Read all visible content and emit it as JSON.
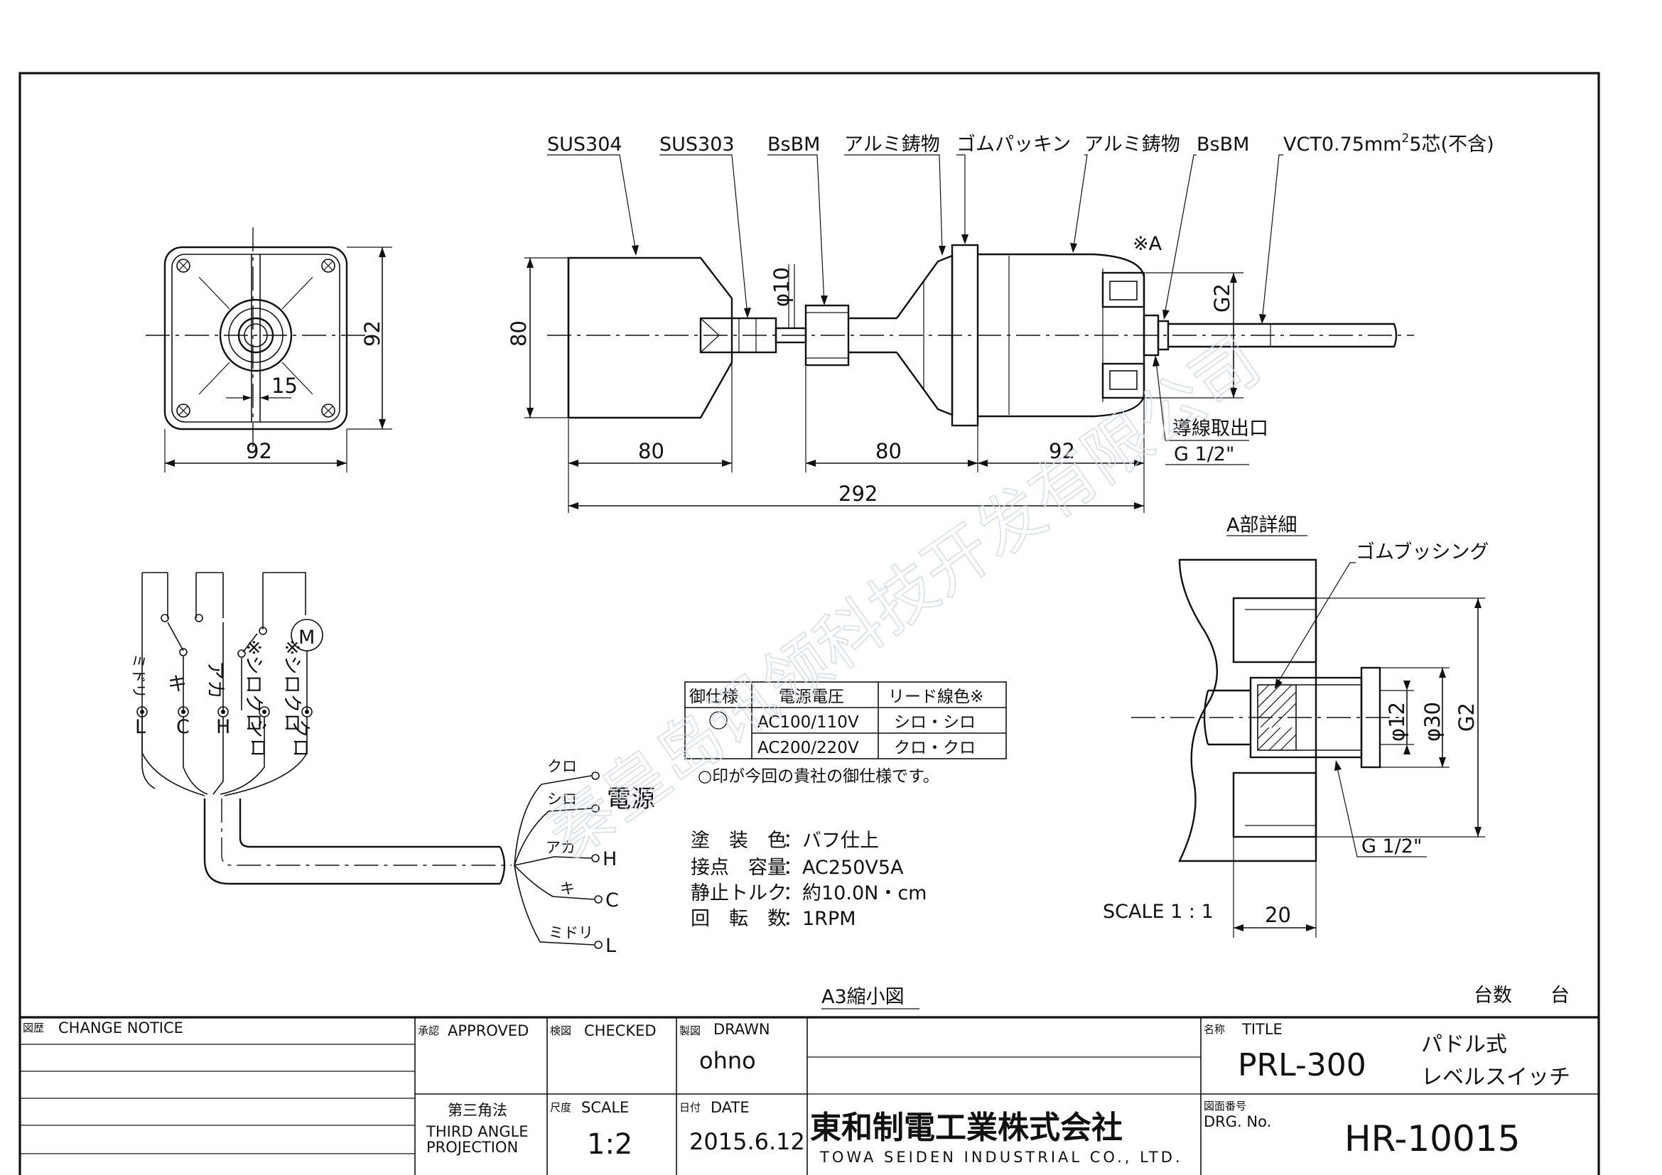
{
  "materials": {
    "sus304": "SUS304",
    "sus303": "SUS303",
    "bsbm_1": "BsBM",
    "alumi_cast_1": "アルミ鋳物",
    "rubber_packing": "ゴムパッキン",
    "alumi_cast_2": "アルミ鋳物",
    "bsbm_2": "BsBM",
    "cable_prefix": "VCT0.75mm",
    "cable_sup": "2",
    "cable_suffix": "5芯(不含)"
  },
  "dimensions": {
    "front_width": "92",
    "front_height": "92",
    "slot_width": "15",
    "paddle_height": "80",
    "shaft_dia": "φ10",
    "paddle_length": "80",
    "shaft_length": "80",
    "housing_length": "92",
    "total_length": "292",
    "g2_side": "G2",
    "mark_a": "※A",
    "lead_outlet": "導線取出口",
    "g_half": "G 1/2\""
  },
  "detail_a": {
    "title": "A部詳細",
    "rubber_bushing": "ゴムブッシング",
    "d12": "φ12",
    "d30": "φ30",
    "g2": "G2",
    "g_half": "G 1/2\"",
    "width": "20",
    "scale": "SCALE 1 : 1"
  },
  "wiring": {
    "terminals": [
      "ミドリ",
      "キ",
      "アカ",
      "※シロクロ",
      "※シロクロ"
    ],
    "terminal_codes": [
      "L",
      "C",
      "H",
      "シロ",
      "クロ"
    ],
    "motor": "M",
    "leads": [
      "クロ",
      "シロ",
      "アカ",
      "キ",
      "ミドリ"
    ],
    "lead_ends": [
      "",
      "",
      "H",
      "C",
      "L"
    ],
    "power": "電源"
  },
  "spec_table": {
    "headers": [
      "御仕様",
      "電源電圧",
      "リード線色※"
    ],
    "rows": [
      [
        "",
        "AC100/110V",
        "シロ・シロ"
      ],
      [
        "",
        "AC200/220V",
        "クロ・クロ"
      ]
    ],
    "note": "○印が今回の貴社の御仕様です。"
  },
  "specs": [
    {
      "label": "塗　装　色",
      "value": "：バフ仕上"
    },
    {
      "label": "接点　容量",
      "value": "：AC250V5A"
    },
    {
      "label": "静止トルク",
      "value": "：約10.0N・cm"
    },
    {
      "label": "回　転　数",
      "value": "：1RPM"
    }
  ],
  "footer": {
    "reduced_note": "A3縮小図",
    "quantity": "台数　　台"
  },
  "title_block": {
    "change_notice_jp": "図歴",
    "change_notice": "CHANGE NOTICE",
    "approved_jp": "承認",
    "approved": "APPROVED",
    "checked_jp": "検図",
    "checked": "CHECKED",
    "drawn_jp": "製図",
    "drawn": "DRAWN",
    "drawn_by": "ohno",
    "projection_jp": "第三角法",
    "projection_1": "THIRD ANGLE",
    "projection_2": "PROJECTION",
    "scale_jp": "尺度",
    "scale": "SCALE",
    "scale_value": "1:2",
    "date_jp": "日付",
    "date": "DATE",
    "date_value": "2015.6.12",
    "company_jp": "東和制電工業株式会社",
    "company_en": "TOWA SEIDEN INDUSTRIAL CO., LTD.",
    "title_jp": "名称",
    "title": "TITLE",
    "model": "PRL-300",
    "product_1": "パドル式",
    "product_2": "レベルスイッチ",
    "drg_jp": "図面番号",
    "drg": "DRG. No.",
    "drg_no": "HR-10015"
  },
  "watermark": "秦皇岛讯领科技开发有限公司"
}
